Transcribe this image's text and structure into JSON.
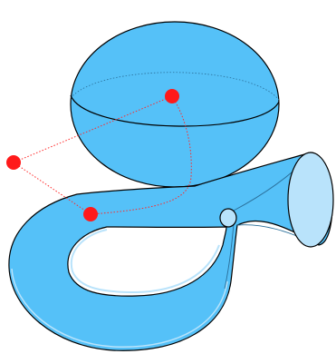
{
  "figure": {
    "description_visible_text": "",
    "colors": {
      "fill": "#55c1f8",
      "fill_light": "#b9e3fb",
      "outline": "#000000",
      "accent_lines": "#2a6f9a",
      "dotted_path": "#ff2a2a",
      "points": "#ff1a1a"
    },
    "objects": [
      {
        "name": "sphere",
        "shape": "sphere"
      },
      {
        "name": "klein-bottle",
        "shape": "klein bottle"
      },
      {
        "name": "red-points",
        "count": 3
      }
    ]
  }
}
